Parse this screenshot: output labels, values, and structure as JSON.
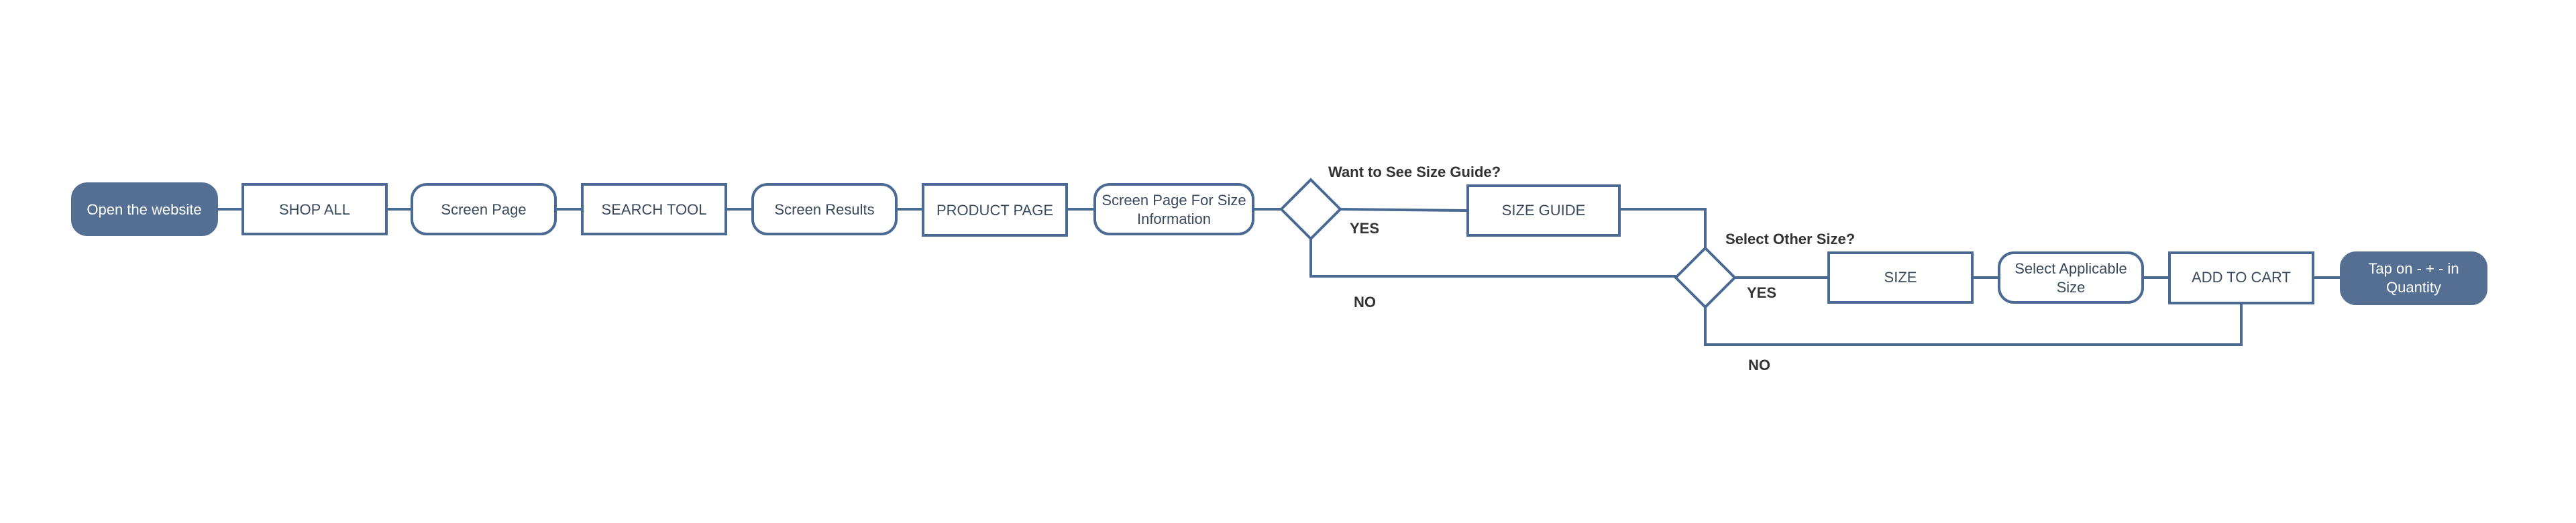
{
  "diagram": {
    "nodes": {
      "open_website": "Open the website",
      "shop_all": "SHOP ALL",
      "screen_page": "Screen Page",
      "search_tool": "SEARCH TOOL",
      "screen_results": "Screen Results",
      "product_page": "PRODUCT PAGE",
      "screen_page_size_info_line1": "Screen Page For Size",
      "screen_page_size_info_line2": "Information",
      "size_guide": "SIZE GUIDE",
      "size": "SIZE",
      "select_applicable_size_line1": "Select Applicable",
      "select_applicable_size_line2": "Size",
      "add_to_cart": "ADD TO CART",
      "tap_quantity_line1": "Tap on - + - in",
      "tap_quantity_line2": "Quantity"
    },
    "decisions": {
      "want_size_guide": "Want to See Size Guide?",
      "select_other_size": "Select Other Size?"
    },
    "edge_labels": {
      "yes_1": "YES",
      "no_1": "NO",
      "yes_2": "YES",
      "no_2": "NO"
    },
    "colors": {
      "stroke": "#4a6a94",
      "terminal_fill": "#546f92",
      "text": "#3a4a5c"
    }
  }
}
